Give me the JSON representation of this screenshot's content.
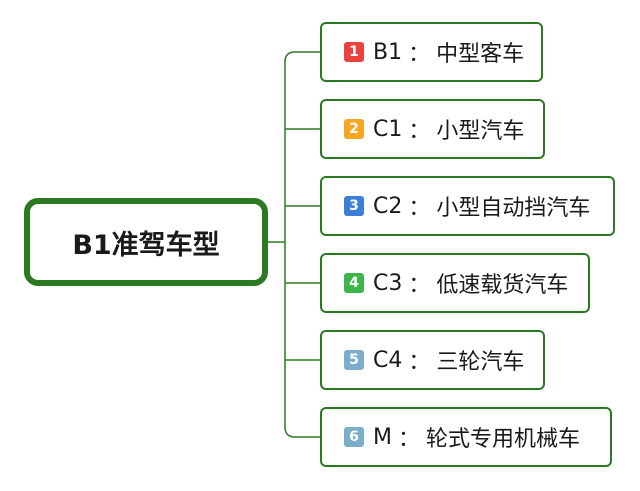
{
  "root": {
    "label": "B1准驾车型"
  },
  "children": [
    {
      "badge": "1",
      "badge_color": "#e8423f",
      "code": "B1",
      "sep": "：",
      "name": "中型客车"
    },
    {
      "badge": "2",
      "badge_color": "#f5a623",
      "code": "C1",
      "sep": "：",
      "name": "小型汽车"
    },
    {
      "badge": "3",
      "badge_color": "#3b7fd9",
      "code": "C2",
      "sep": "：",
      "name": "小型自动挡汽车"
    },
    {
      "badge": "4",
      "badge_color": "#3cb64a",
      "code": "C3",
      "sep": "：",
      "name": "低速载货汽车"
    },
    {
      "badge": "5",
      "badge_color": "#7aaecb",
      "code": "C4",
      "sep": "：",
      "name": "三轮汽车"
    },
    {
      "badge": "6",
      "badge_color": "#7aaecb",
      "code": "M",
      "sep": "：",
      "name": "轮式专用机械车"
    }
  ],
  "colors": {
    "border": "#2b7a22",
    "connector": "#2b7a22"
  }
}
